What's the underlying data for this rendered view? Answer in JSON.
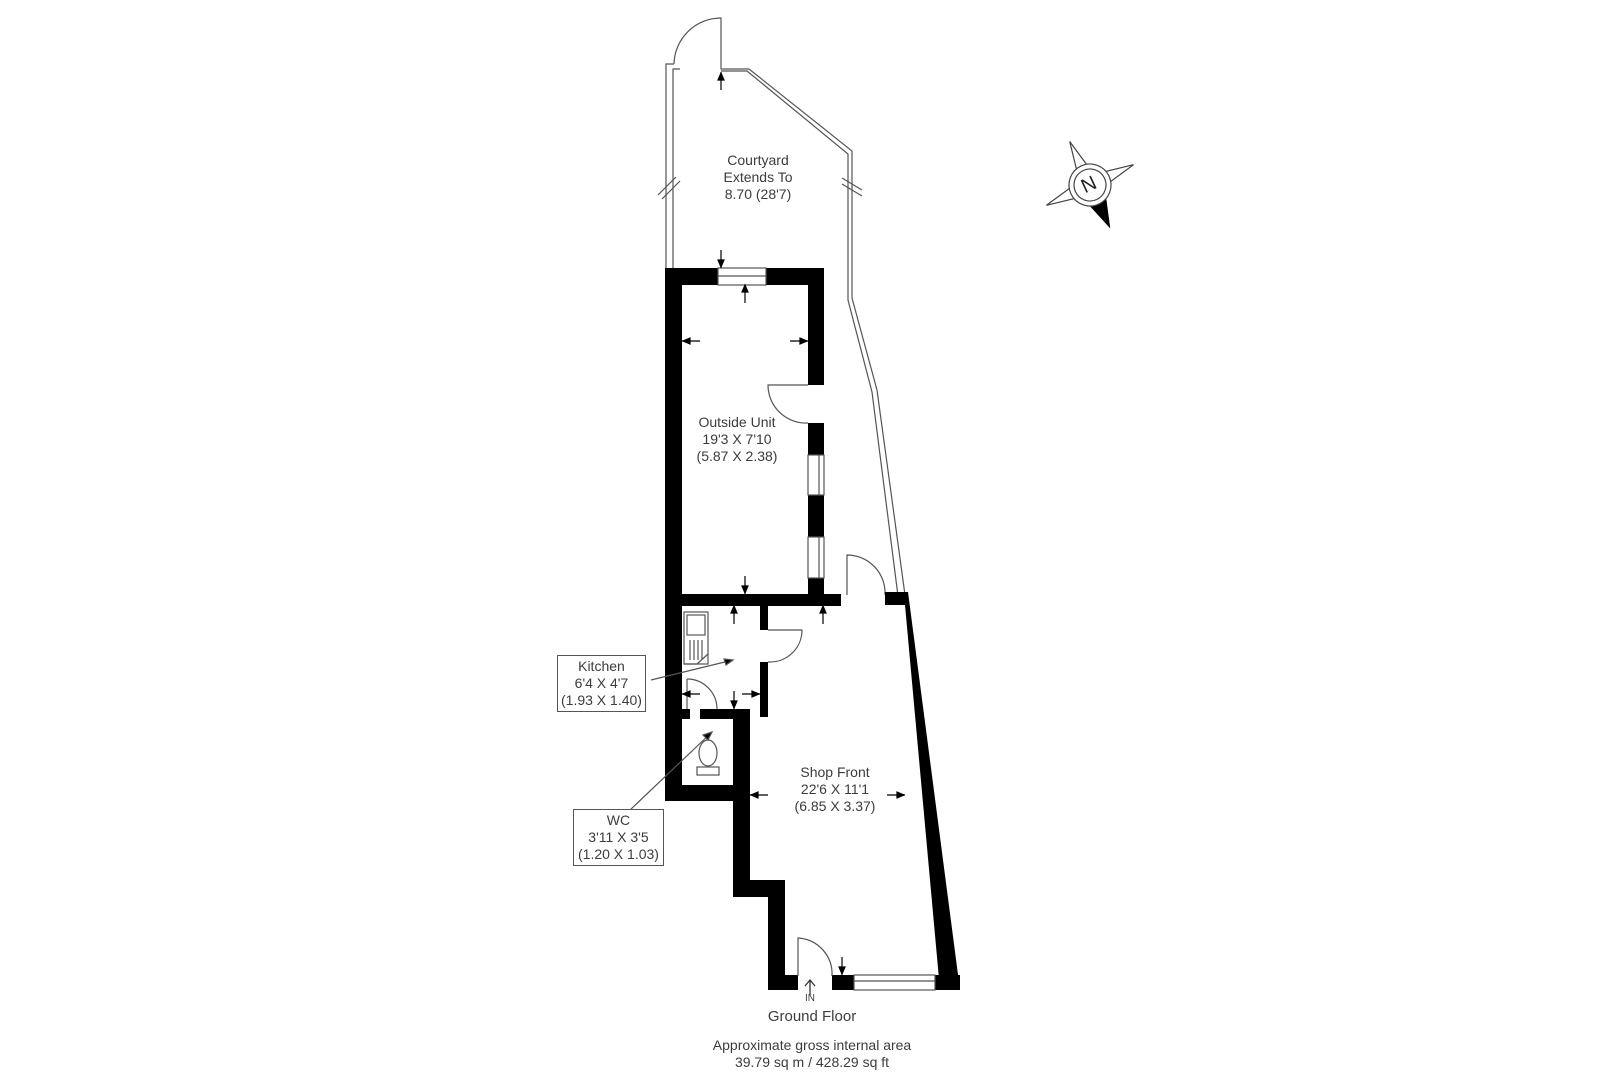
{
  "floor_plan": {
    "floor_name": "Ground Floor",
    "entrance_label": "IN",
    "area": {
      "label": "Approximate gross internal area",
      "value": "39.79 sq m / 428.29 sq ft"
    },
    "compass": {
      "label": "N"
    },
    "rooms": [
      {
        "id": "courtyard",
        "name": "Courtyard",
        "line2": "Extends To",
        "line3": "8.70 (28'7)"
      },
      {
        "id": "outside-unit",
        "name": "Outside Unit",
        "line2": "19'3 X 7'10",
        "line3": "(5.87 X 2.38)"
      },
      {
        "id": "kitchen",
        "name": "Kitchen",
        "line2": "6'4 X 4'7",
        "line3": "(1.93 X 1.40)"
      },
      {
        "id": "wc",
        "name": "WC",
        "line2": "3'11 X 3'5",
        "line3": "(1.20 X 1.03)"
      },
      {
        "id": "shop-front",
        "name": "Shop Front",
        "line2": "22'6 X 11'1",
        "line3": "(6.85 X 3.37)"
      }
    ],
    "colors": {
      "wall": "#000000",
      "line": "#555555",
      "text": "#3c3c3c",
      "background": "#ffffff"
    }
  }
}
